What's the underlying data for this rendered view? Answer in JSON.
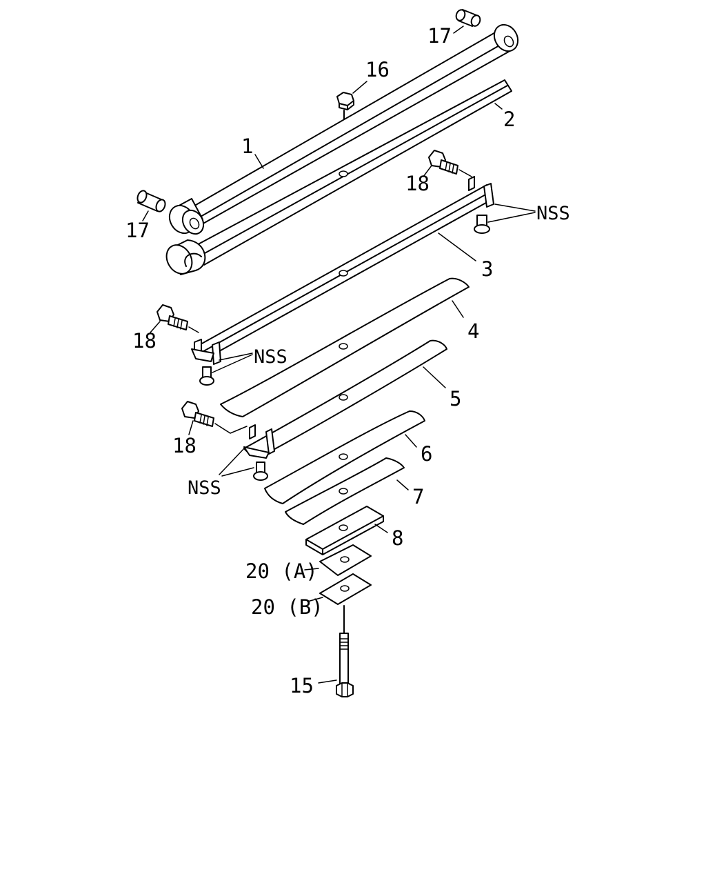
{
  "callouts": {
    "p1": "1",
    "p2": "2",
    "p3": "3",
    "p4": "4",
    "p5": "5",
    "p6": "6",
    "p7": "7",
    "p8": "8",
    "p15": "15",
    "p16": "16",
    "p17_top": "17",
    "p17_left": "17",
    "p18_top": "18",
    "p18_mid": "18",
    "p18_low": "18",
    "p20a": "20 (A)",
    "p20b": "20 (B)",
    "nss_right": "NSS",
    "nss_mid": "NSS",
    "nss_low": "NSS"
  }
}
